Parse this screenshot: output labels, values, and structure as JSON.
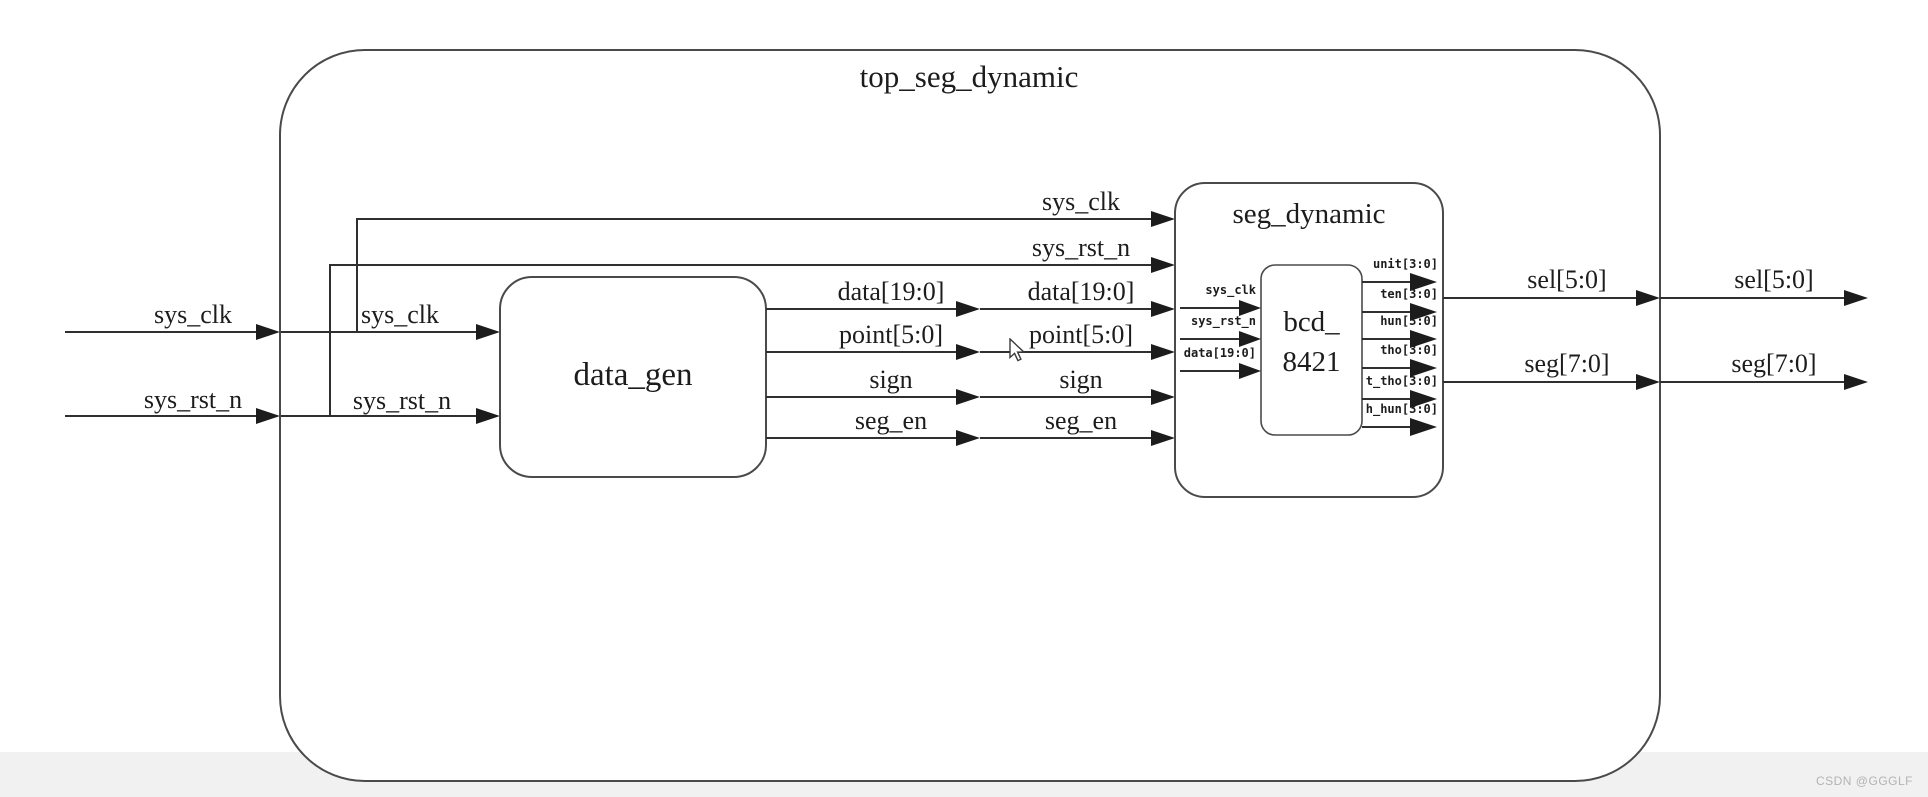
{
  "diagram": {
    "title": "top_seg_dynamic",
    "modules": {
      "data_gen": "data_gen",
      "seg_dynamic": "seg_dynamic",
      "bcd_8421_line1": "bcd_",
      "bcd_8421_line2": "8421"
    },
    "signals": {
      "sys_clk": "sys_clk",
      "sys_rst_n": "sys_rst_n",
      "data": "data[19:0]",
      "point": "point[5:0]",
      "sign": "sign",
      "seg_en": "seg_en",
      "sel": "sel[5:0]",
      "seg": "seg[7:0]"
    },
    "bcd_ports": {
      "inputs": [
        "sys_clk",
        "sys_rst_n",
        "data[19:0]"
      ],
      "outputs": [
        "unit[3:0]",
        "ten[3:0]",
        "hun[3:0]",
        "tho[3:0]",
        "t_tho[3:0]",
        "h_hun[3:0]"
      ]
    },
    "colors": {
      "wire": "#2f2f2f",
      "box_border": "#4a4a4a",
      "background": "#ffffff",
      "footer_band": "#f1f1f1",
      "watermark_text": "#b3b3b3"
    },
    "watermark": "CSDN @GGGLF"
  }
}
